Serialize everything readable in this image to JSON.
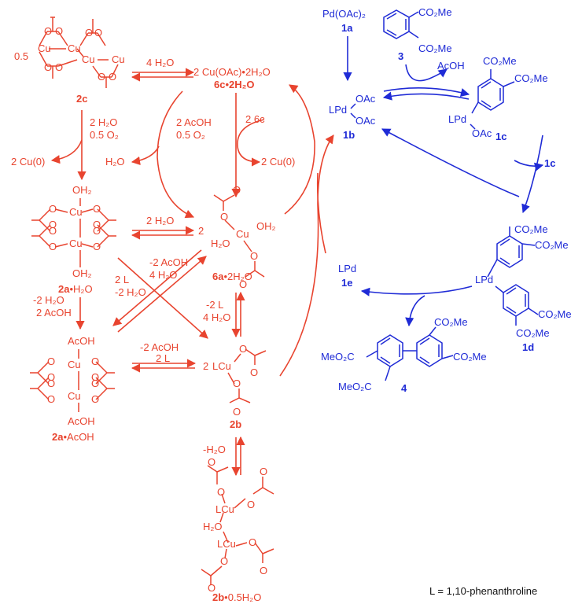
{
  "colors": {
    "copper": "#e8442f",
    "palladium": "#1f2bd6",
    "legend": "#111111"
  },
  "compounds": {
    "c2c": {
      "coef": "0.5",
      "label": "2c"
    },
    "c6c": {
      "formula": "2 Cu(OAc)•2H₂O",
      "label": "6c•2H₂O"
    },
    "c2aH2O": {
      "label_bold": "2a",
      "label_rest": "•H₂O",
      "top": "OH₂",
      "bottom": "OH₂"
    },
    "c2aAcOH": {
      "label_bold": "2a",
      "label_rest": "•AcOH",
      "top": "AcOH",
      "bottom": "AcOH"
    },
    "c6a": {
      "coef": "2",
      "label_bold": "6a",
      "label_rest": "•2H₂O",
      "oh2_a": "OH₂",
      "oh2_b": "H₂O",
      "cu": "Cu"
    },
    "c2b": {
      "coef": "2",
      "lcu": "LCu",
      "label": "2b"
    },
    "c2b05": {
      "label_bold": "2b",
      "label_rest": "•0.5H₂O",
      "lcu_top": "LCu",
      "lcu_bottom": "LCu",
      "h2o": "H₂O"
    },
    "pd1a": {
      "formula": "Pd(OAc)₂",
      "label": "1a"
    },
    "pd1b": {
      "lpd": "LPd",
      "oac_a": "OAc",
      "oac_b": "OAc",
      "label": "1b"
    },
    "c3": {
      "label": "3",
      "ester_a": "CO₂Me",
      "ester_b": "CO₂Me"
    },
    "pd1c": {
      "label": "1c",
      "lpd": "LPd",
      "oac": "OAc",
      "ester_a": "CO₂Me",
      "ester_b": "CO₂Me"
    },
    "pd1d": {
      "label": "1d",
      "lpd": "LPd",
      "esters": [
        "CO₂Me",
        "CO₂Me",
        "CO₂Me",
        "CO₂Me"
      ]
    },
    "pd1e": {
      "lpd": "LPd",
      "label": "1e"
    },
    "c4": {
      "label": "4",
      "esters": [
        "CO₂Me",
        "MeO₂C",
        "MeO₂C",
        "CO₂Me"
      ]
    }
  },
  "arrows": {
    "h2o_4": "4 H₂O",
    "oxid_left_a": "2 H₂O",
    "oxid_left_b": "0.5 O₂",
    "oxid_left_out": "2 Cu(0)",
    "oxid_mid_a": "2 AcOH",
    "oxid_mid_b": "0.5 O₂",
    "oxid_mid_out": "H₂O",
    "sixc_in": "2 6c",
    "sixc_out": "2 Cu(0)",
    "h2o_2": "2 H₂O",
    "cross_a1": "-2 AcOH",
    "cross_a2": "4 H₂O",
    "cross_b1": "2 L",
    "cross_b2": "-2 H₂O",
    "left_down_a": "-2 H₂O",
    "left_down_b": "2 AcOH",
    "right_down_a": "-2 L",
    "right_down_b": "4 H₂O",
    "bottom_a": "-2 AcOH",
    "bottom_b": "2 L",
    "water_loss": "-H₂O",
    "acoh_out": "AcOH",
    "onec_in": "1c"
  },
  "legend": "L = 1,10-phenanthroline"
}
